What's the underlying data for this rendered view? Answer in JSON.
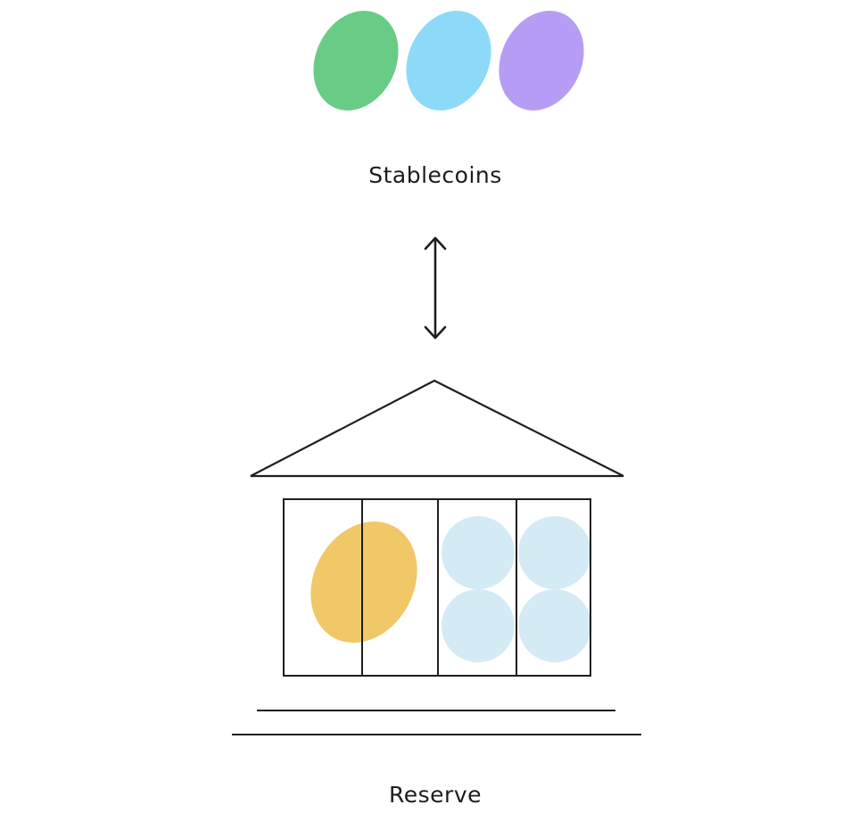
{
  "stablecoins": {
    "label": "Stablecoins",
    "coins": [
      {
        "name": "green-coin",
        "color": "#68CC86"
      },
      {
        "name": "blue-coin",
        "color": "#8CDAF8"
      },
      {
        "name": "purple-coin",
        "color": "#B79CF5"
      }
    ]
  },
  "reserve": {
    "label": "Reserve",
    "gold_coin_color": "#F1C867",
    "light_coin_color": "#D4EAF5"
  },
  "line_color": "#1e1e1e"
}
